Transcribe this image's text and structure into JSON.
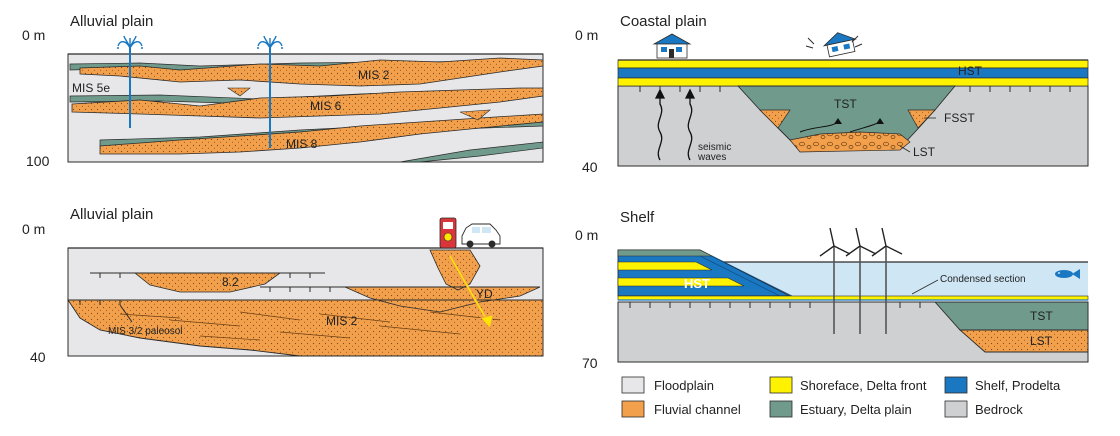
{
  "colors": {
    "floodplain": "#e7e7e9",
    "fluvial": "#f2a04c",
    "shoreface": "#fff200",
    "shelf": "#1a78c2",
    "estuary": "#6f9a8c",
    "bedrock": "#cfd0d2",
    "water": "#cfe6f5",
    "outline": "#2b2b2b"
  },
  "panels": {
    "p1": {
      "title": "Alluvial plain",
      "depth_top": "0 m",
      "depth_bottom": "100",
      "labels": {
        "mis2": "MIS 2",
        "mis5e": "MIS 5e",
        "mis6": "MIS 6",
        "mis8": "MIS 8"
      },
      "icons": [
        "fountain-icon",
        "fountain-icon"
      ]
    },
    "p2": {
      "title": "Coastal plain",
      "depth_top": "0 m",
      "depth_bottom": "40",
      "labels": {
        "hst": "HST",
        "tst": "TST",
        "fsst": "FSST",
        "lst": "LST",
        "seismic": "seismic",
        "waves": "waves"
      },
      "icons": [
        "house-icon",
        "collapsing-house-icon",
        "seismic-wave-icon"
      ]
    },
    "p3": {
      "title": "Alluvial plain",
      "depth_top": "0 m",
      "depth_bottom": "40",
      "labels": {
        "v82": "8.2",
        "yd": "YD",
        "mis2": "MIS 2",
        "paleosol": "MIS 3/2 paleosol"
      },
      "icons": [
        "fuel-pump-icon",
        "car-icon"
      ]
    },
    "p4": {
      "title": "Shelf",
      "depth_top": "0 m",
      "depth_bottom": "70",
      "labels": {
        "hst": "HST",
        "condensed": "Condensed section",
        "tst": "TST",
        "lst": "LST"
      },
      "icons": [
        "wind-turbine-icon",
        "fish-icon"
      ]
    }
  },
  "legend": [
    {
      "label": "Floodplain",
      "color_key": "floodplain"
    },
    {
      "label": "Shoreface, Delta front",
      "color_key": "shoreface"
    },
    {
      "label": "Shelf, Prodelta",
      "color_key": "shelf"
    },
    {
      "label": "Fluvial channel",
      "color_key": "fluvial"
    },
    {
      "label": "Estuary, Delta plain",
      "color_key": "estuary"
    },
    {
      "label": "Bedrock",
      "color_key": "bedrock"
    }
  ]
}
